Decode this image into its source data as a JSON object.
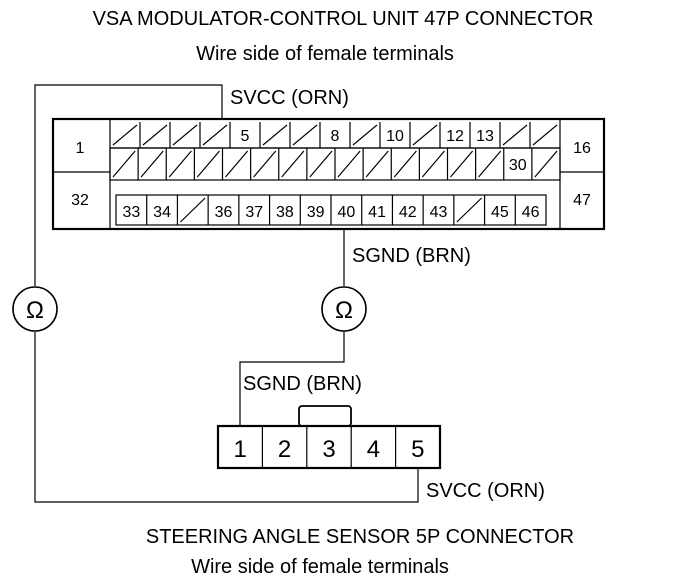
{
  "top_connector": {
    "title": "VSA MODULATOR-CONTROL UNIT 47P CONNECTOR",
    "subtitle": "Wire side of female terminals",
    "row1_pins": [
      "",
      "",
      "",
      "",
      "5",
      "",
      "",
      "8",
      "",
      "10",
      "",
      "12",
      "13",
      "",
      ""
    ],
    "row2_pins": [
      "",
      "",
      "",
      "",
      "",
      "",
      "",
      "",
      "",
      "",
      "",
      "",
      "",
      "",
      "30",
      ""
    ],
    "row3_pins": [
      "33",
      "34",
      "",
      "36",
      "37",
      "38",
      "39",
      "40",
      "41",
      "42",
      "43",
      "",
      "45",
      "46"
    ],
    "left_pins": [
      "1",
      "32"
    ],
    "right_pins": [
      "16",
      "47"
    ]
  },
  "bottom_connector": {
    "title": "STEERING ANGLE SENSOR 5P CONNECTOR",
    "subtitle": "Wire side of female terminals",
    "pins": [
      "1",
      "2",
      "3",
      "4",
      "5"
    ]
  },
  "labels": {
    "svcc_top": "SVCC (ORN)",
    "sgnd_top": "SGND (BRN)",
    "sgnd_bottom": "SGND (BRN)",
    "svcc_bottom": "SVCC (ORN)"
  },
  "meters": {
    "left_symbol": "Ω",
    "right_symbol": "Ω"
  }
}
